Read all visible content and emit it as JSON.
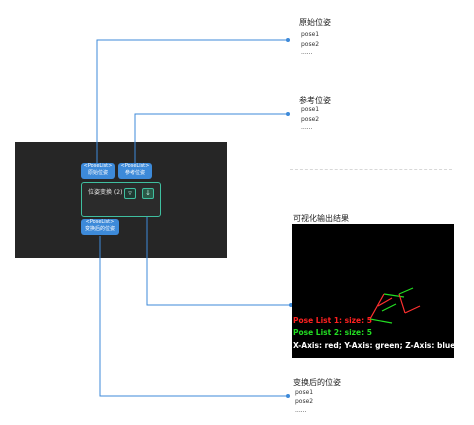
{
  "graph": {
    "port_type": "<PoseList>",
    "input_ports": [
      {
        "type": "<PoseList>",
        "label": "原始位姿"
      },
      {
        "type": "<PoseList>",
        "label": "参考位姿"
      }
    ],
    "node_title": "位姿变换 (2)",
    "output_port": {
      "type": "<PoseList>",
      "label": "变换后的位姿"
    }
  },
  "annotations": {
    "original": {
      "title": "原始位姿",
      "items": [
        "pose1",
        "pose2",
        "......"
      ]
    },
    "reference": {
      "title": "参考位姿",
      "items": [
        "pose1",
        "pose2",
        "......"
      ]
    },
    "visualization": {
      "title": "可视化输出结果",
      "lines": [
        {
          "text": "Pose List 1: size: 5",
          "color": "#ff2020"
        },
        {
          "text": "Pose List 2: size: 5",
          "color": "#22dd22"
        },
        {
          "text": "X-Axis: red; Y-Axis: green; Z-Axis: blue",
          "color": "#ffffff"
        }
      ]
    },
    "transformed": {
      "title": "变换后的位姿",
      "items": [
        "pose1",
        "pose2",
        "......"
      ]
    }
  },
  "colors": {
    "connector": "#3d8ad9",
    "node_border": "#3fbfa0",
    "panel": "#262626"
  },
  "icons": {
    "button1": "visualize-icon",
    "button2": "pin-icon"
  }
}
